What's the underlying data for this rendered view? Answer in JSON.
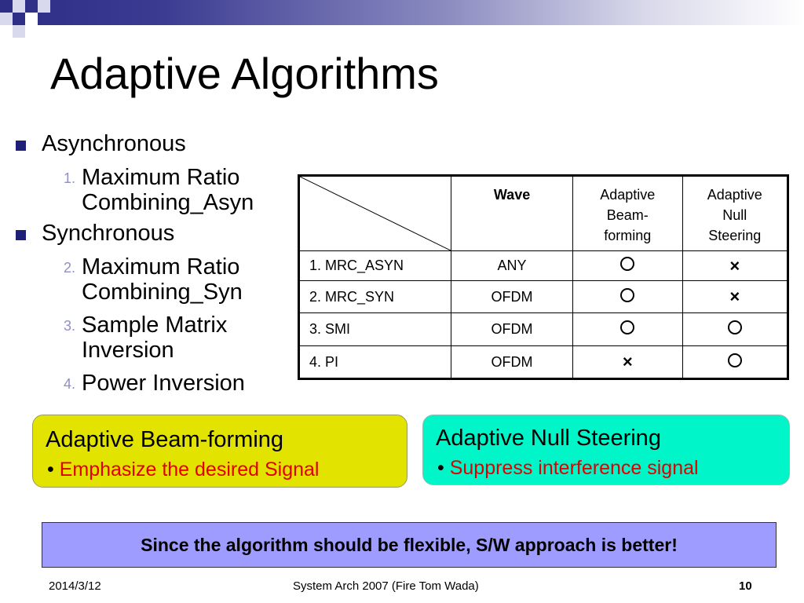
{
  "slide": {
    "title": "Adaptive Algorithms",
    "accent": "#2d2d86"
  },
  "bullets": [
    {
      "label": "Asynchronous",
      "items": [
        {
          "number": "1.",
          "text": [
            "Maximum Ratio",
            "Combining_Asyn"
          ]
        }
      ]
    },
    {
      "label": "Synchronous",
      "items": [
        {
          "number": "2.",
          "text": [
            "Maximum Ratio",
            "Combining_Syn"
          ]
        },
        {
          "number": "3.",
          "text": [
            "Sample Matrix",
            "Inversion"
          ]
        },
        {
          "number": "4.",
          "text": [
            "Power Inversion"
          ]
        }
      ]
    }
  ],
  "table": {
    "headers": [
      "Wave",
      "Adaptive Beam-forming",
      "Adaptive Null Steering"
    ],
    "header_lines": {
      "beam": [
        "Adaptive",
        "Beam-",
        "forming"
      ],
      "null": [
        "Adaptive",
        "Null",
        "Steering"
      ]
    },
    "rows": [
      {
        "name": "1. MRC_ASYN",
        "wave": "ANY",
        "beam": "circle",
        "null": "cross"
      },
      {
        "name": "2. MRC_SYN",
        "wave": "OFDM",
        "beam": "circle",
        "null": "cross"
      },
      {
        "name": "3. SMI",
        "wave": "OFDM",
        "beam": "circle",
        "null": "circle"
      },
      {
        "name": "4. PI",
        "wave": "OFDM",
        "beam": "cross",
        "null": "circle"
      }
    ],
    "cross_glyph": "×"
  },
  "boxes": {
    "beamforming": {
      "heading": "Adaptive Beam-forming",
      "bullet": "•",
      "detail": "Emphasize the desired Signal",
      "color": "#e3e300"
    },
    "null_steering": {
      "heading": "Adaptive Null Steering",
      "bullet": "•",
      "detail": "Suppress interference signal",
      "color": "#00f5c9"
    }
  },
  "banner": {
    "text": "Since the algorithm should be flexible, S/W approach is better!",
    "color": "#9f9cff"
  },
  "footer": {
    "date": "2014/3/12",
    "center": "System Arch 2007  (Fire Tom Wada)",
    "page": "10"
  }
}
